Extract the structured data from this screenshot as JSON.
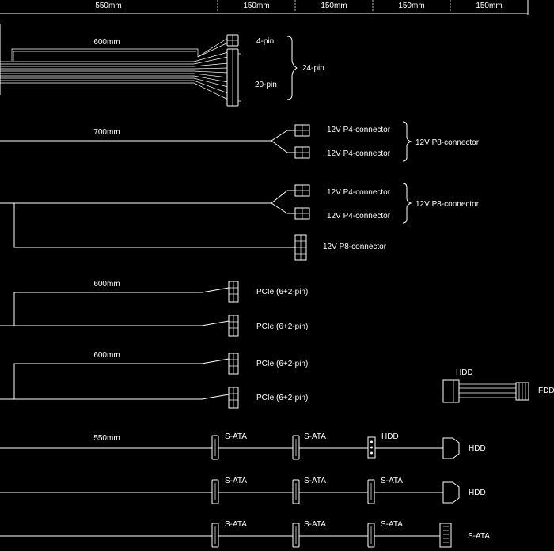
{
  "ruler": {
    "segments": [
      "550mm",
      "150mm",
      "150mm",
      "150mm",
      "150mm"
    ]
  },
  "group_mb": {
    "length": "600mm",
    "pin4": "4-pin",
    "pin20": "20-pin",
    "pin24": "24-pin"
  },
  "group_cpu1": {
    "length": "700mm",
    "conn_a": "12V P4-connector",
    "conn_b": "12V P4-connector",
    "combined": "12V P8-connector"
  },
  "group_cpu2": {
    "conn_a": "12V P4-connector",
    "conn_b": "12V P4-connector",
    "combined": "12V P8-connector",
    "p8": "12V P8-connector"
  },
  "group_pcie1": {
    "length": "600mm",
    "conn_a": "PCIe (6+2-pin)",
    "conn_b": "PCIe (6+2-pin)"
  },
  "group_pcie2": {
    "length": "600mm",
    "conn_a": "PCIe (6+2-pin)",
    "conn_b": "PCIe (6+2-pin)"
  },
  "adapter": {
    "hdd": "HDD",
    "fdd": "FDD"
  },
  "row_p1": {
    "length": "550mm",
    "c1": "S-ATA",
    "c2": "S-ATA",
    "c3": "HDD",
    "c4": "HDD"
  },
  "row_p2": {
    "c1": "S-ATA",
    "c2": "S-ATA",
    "c3": "S-ATA",
    "c4": "HDD"
  },
  "row_p3": {
    "c1": "S-ATA",
    "c2": "S-ATA",
    "c3": "S-ATA",
    "c4": "S-ATA"
  }
}
